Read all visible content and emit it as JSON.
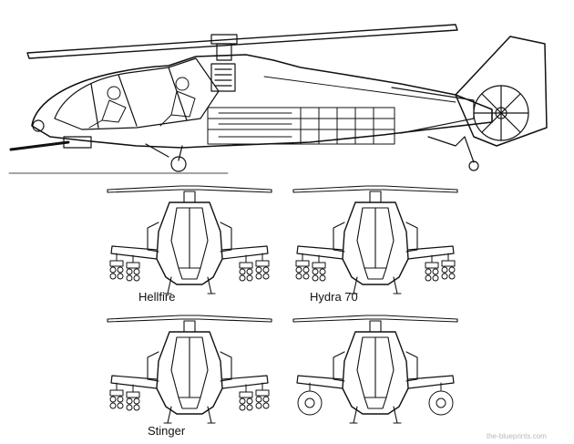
{
  "views": {
    "side": {
      "name": "side-profile"
    },
    "front": [
      {
        "label": "Hellfire"
      },
      {
        "label": "Hydra 70"
      },
      {
        "label": "Stinger"
      },
      {
        "label": ""
      }
    ]
  },
  "watermark": "the-blueprints.com",
  "colors": {
    "ink": "#111111",
    "paper": "#ffffff"
  }
}
